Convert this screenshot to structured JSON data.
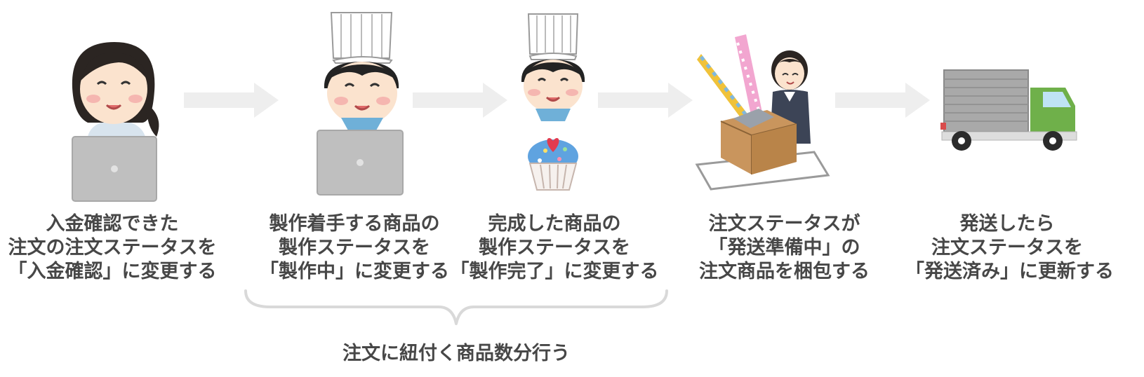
{
  "steps": [
    {
      "lines": [
        "入金確認できた",
        "注文の注文ステータスを",
        "「入金確認」に変更する"
      ],
      "illustration": "woman-laptop-icon"
    },
    {
      "lines": [
        "製作着手する商品の",
        "製作ステータスを",
        "「製作中」に変更する"
      ],
      "illustration": "chef-laptop-icon"
    },
    {
      "lines": [
        "完成した商品の",
        "製作ステータスを",
        "「製作完了」に変更する"
      ],
      "illustration": "chef-cupcake-icon"
    },
    {
      "lines": [
        "注文ステータスが",
        "「発送準備中」の",
        "注文商品を梱包する"
      ],
      "illustration": "woman-packing-icon"
    },
    {
      "lines": [
        "発送したら",
        "注文ステータスを",
        "「発送済み」に更新する"
      ],
      "illustration": "truck-icon"
    }
  ],
  "group_label": "注文に紐付く商品数分行う",
  "colors": {
    "arrow": "#eeeeee",
    "brace": "#d9d9d9",
    "text": "#474747"
  }
}
